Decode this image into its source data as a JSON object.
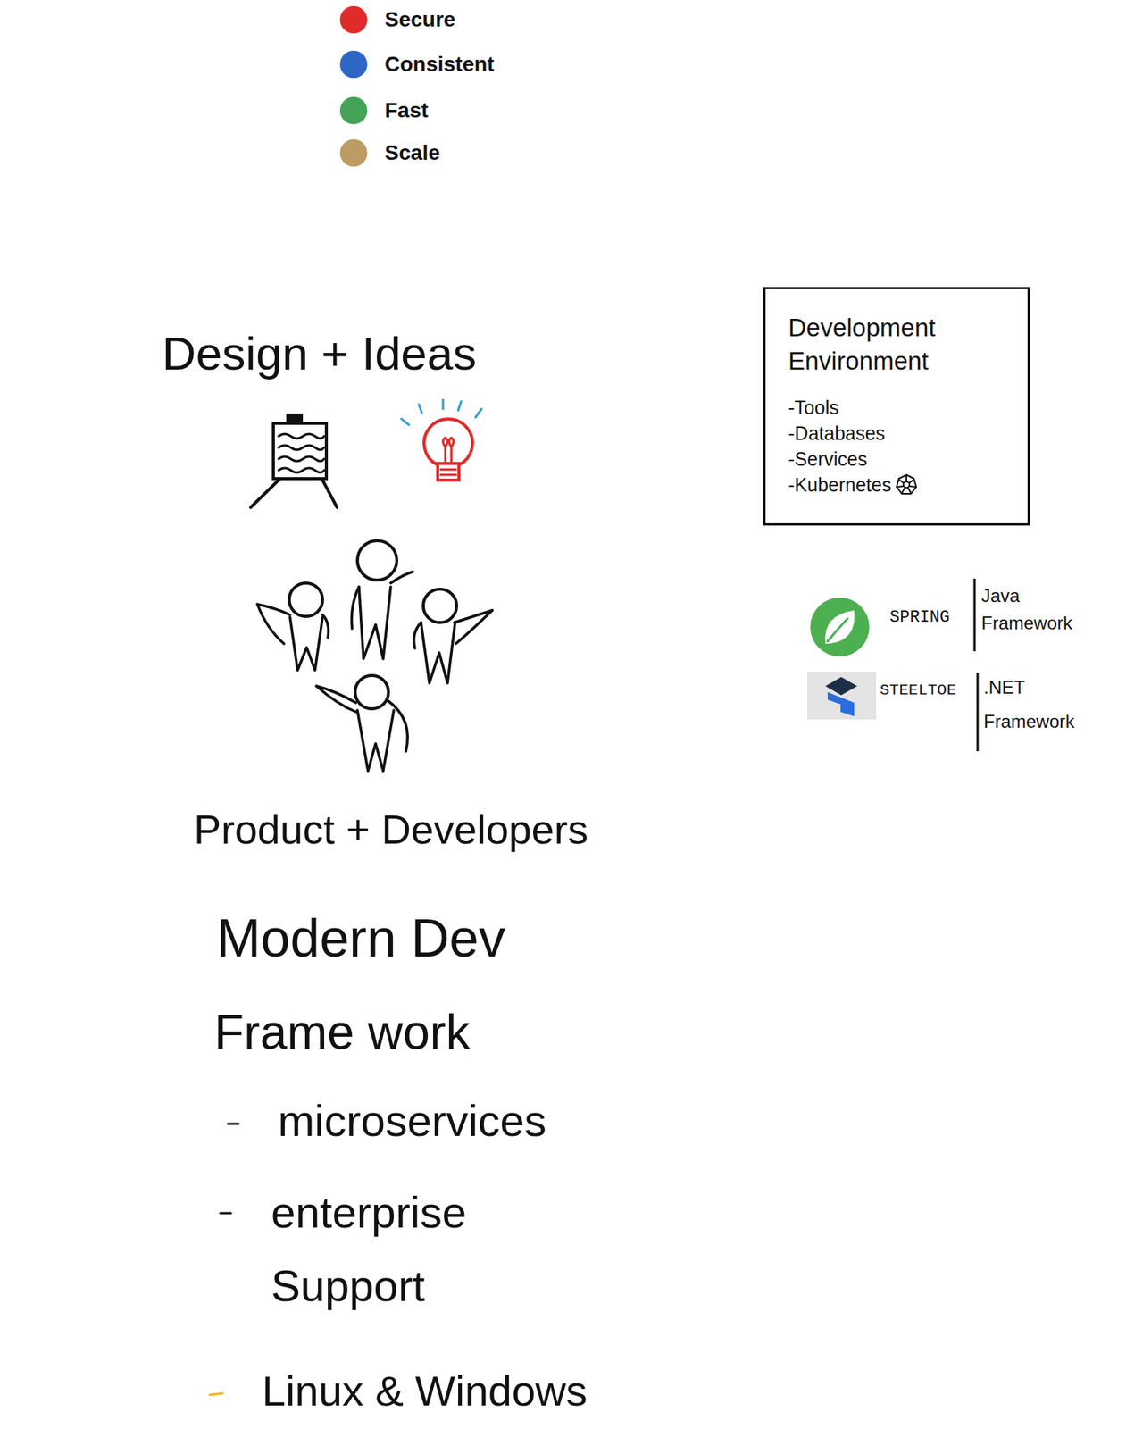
{
  "diagram": {
    "nodes": [
      {
        "text": [
          "Development Environment",
          "-Tools",
          "-Databases",
          "-Services",
          "-Kubernetes"
        ]
      }
    ],
    "labels": [
      "Design + Ideas",
      "Product + Developers",
      "Modern Dev",
      "Frame work",
      "microservices",
      "enterprise Support",
      "Linux & Windows",
      "SPRING",
      "Java Framework",
      "STEELTOE",
      ".NET Framework"
    ],
    "legend": [
      {
        "text": "Secure",
        "color": "#e02b2b"
      },
      {
        "text": "Consistent",
        "color": "#2e66c4"
      },
      {
        "text": "Fast",
        "color": "#45a356"
      },
      {
        "text": "Scale",
        "color": "#bc9c62"
      }
    ]
  }
}
